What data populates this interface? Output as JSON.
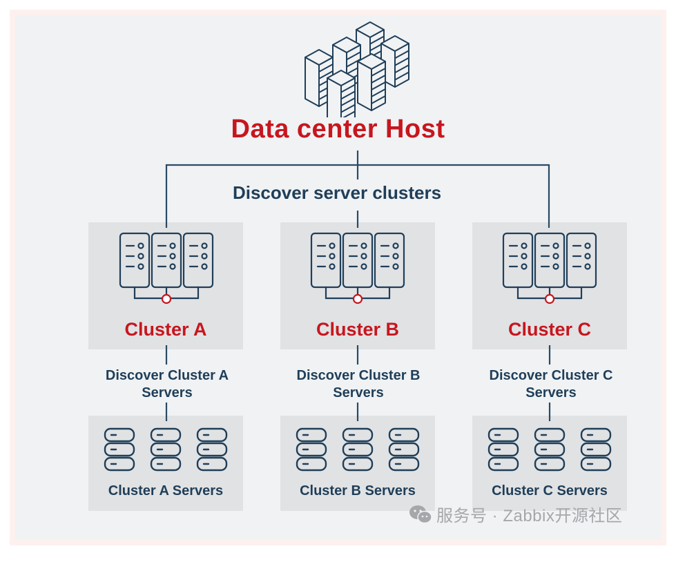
{
  "diagram": {
    "root": {
      "title": "Data center Host",
      "icon": "data-center-buildings-icon"
    },
    "root_connector_label": "Discover server clusters",
    "clusters": [
      {
        "id": "A",
        "title": "Cluster A",
        "icon": "server-rack-cluster-icon",
        "discover_label": "Discover Cluster A Servers",
        "discover_lines": [
          "Discover Cluster A",
          "Servers"
        ],
        "servers_label": "Cluster A Servers",
        "servers_icon": "server-stack-icon"
      },
      {
        "id": "B",
        "title": "Cluster B",
        "icon": "server-rack-cluster-icon",
        "discover_label": "Discover Cluster B Servers",
        "discover_lines": [
          "Discover Cluster B",
          "Servers"
        ],
        "servers_label": "Cluster B Servers",
        "servers_icon": "server-stack-icon"
      },
      {
        "id": "C",
        "title": "Cluster C",
        "icon": "server-rack-cluster-icon",
        "discover_label": "Discover Cluster C Servers",
        "discover_lines": [
          "Discover Cluster C",
          "Servers"
        ],
        "servers_label": "Cluster C Servers",
        "servers_icon": "server-stack-icon"
      }
    ]
  },
  "watermark": {
    "icon": "wechat-icon",
    "text": "服务号 · Zabbix开源社区"
  },
  "colors": {
    "accent_red": "#c7161e",
    "navy": "#1f3e58",
    "panel_gray": "#e1e2e4",
    "background": "#f0f2f4"
  }
}
